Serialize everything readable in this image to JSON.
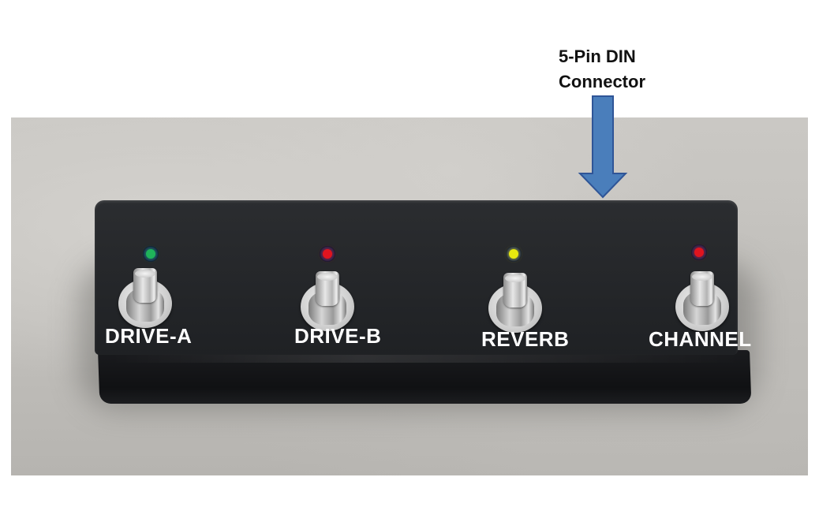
{
  "annotation": {
    "line1": "5-Pin DIN",
    "line2": "Connector",
    "arrow_color": "#4a7ebb"
  },
  "switches": [
    {
      "label": "DRIVE-A",
      "led_color": "#1fb35a"
    },
    {
      "label": "DRIVE-B",
      "led_color": "#e0141f"
    },
    {
      "label": "REVERB",
      "led_color": "#e8e80f"
    },
    {
      "label": "CHANNEL",
      "led_color": "#e0141f"
    }
  ]
}
